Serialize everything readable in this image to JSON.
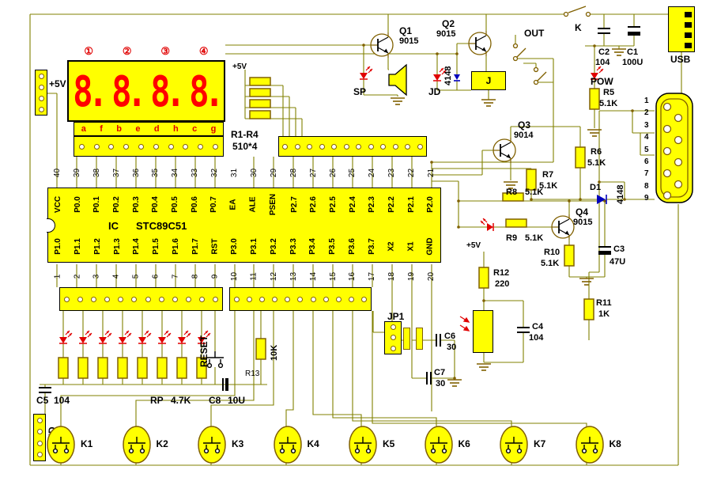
{
  "colors": {
    "wire": "#808000",
    "fill": "#ffff00",
    "red": "#e00000",
    "blue": "#0000bb"
  },
  "display": {
    "circles": [
      "①",
      "②",
      "③",
      "④"
    ],
    "digits": [
      "8.",
      "8.",
      "8.",
      "8."
    ],
    "segments": [
      "a",
      "f",
      "b",
      "e",
      "d",
      "h",
      "c",
      "g"
    ]
  },
  "power": {
    "plus5v": "+5V",
    "gnd": "GND"
  },
  "rnet": {
    "ref": "R1-R4",
    "val": "510*4"
  },
  "ic": {
    "name": "IC",
    "part": "STC89C51",
    "top_pins": [
      {
        "num": "40",
        "name": "VCC"
      },
      {
        "num": "39",
        "name": "P0.0"
      },
      {
        "num": "38",
        "name": "P0.1"
      },
      {
        "num": "37",
        "name": "P0.2"
      },
      {
        "num": "36",
        "name": "P0.3"
      },
      {
        "num": "35",
        "name": "P0.4"
      },
      {
        "num": "34",
        "name": "P0.5"
      },
      {
        "num": "33",
        "name": "P0.6"
      },
      {
        "num": "32",
        "name": "P0.7"
      },
      {
        "num": "31",
        "name": "EA"
      },
      {
        "num": "30",
        "name": "ALE"
      },
      {
        "num": "29",
        "name": "PSEN"
      },
      {
        "num": "28",
        "name": "P2.7"
      },
      {
        "num": "27",
        "name": "P2.6"
      },
      {
        "num": "26",
        "name": "P2.5"
      },
      {
        "num": "25",
        "name": "P2.4"
      },
      {
        "num": "24",
        "name": "P2.3"
      },
      {
        "num": "23",
        "name": "P2.2"
      },
      {
        "num": "22",
        "name": "P2.1"
      },
      {
        "num": "21",
        "name": "P2.0"
      }
    ],
    "bottom_pins": [
      {
        "num": "1",
        "name": "P1.0"
      },
      {
        "num": "2",
        "name": "P1.1"
      },
      {
        "num": "3",
        "name": "P1.2"
      },
      {
        "num": "4",
        "name": "P1.3"
      },
      {
        "num": "5",
        "name": "P1.4"
      },
      {
        "num": "6",
        "name": "P1.5"
      },
      {
        "num": "7",
        "name": "P1.6"
      },
      {
        "num": "8",
        "name": "P1.7"
      },
      {
        "num": "9",
        "name": "RST"
      },
      {
        "num": "10",
        "name": "P3.0"
      },
      {
        "num": "11",
        "name": "P3.1"
      },
      {
        "num": "12",
        "name": "P3.2"
      },
      {
        "num": "13",
        "name": "P3.3"
      },
      {
        "num": "14",
        "name": "P3.4"
      },
      {
        "num": "15",
        "name": "P3.5"
      },
      {
        "num": "16",
        "name": "P3.6"
      },
      {
        "num": "17",
        "name": "P3.7"
      },
      {
        "num": "18",
        "name": "X2"
      },
      {
        "num": "19",
        "name": "X1"
      },
      {
        "num": "20",
        "name": "GND"
      }
    ]
  },
  "top": {
    "q1": {
      "ref": "Q1",
      "val": "9015"
    },
    "q2": {
      "ref": "Q2",
      "val": "9015"
    },
    "sp": "SP",
    "jd": "JD",
    "d4148": "4148",
    "relay": "J",
    "out": "OUT",
    "k": "K",
    "c2": {
      "ref": "C2",
      "val": "104"
    },
    "c1": {
      "ref": "C1",
      "val": "100U"
    },
    "usb": "USB",
    "pow": "POW",
    "r5": {
      "ref": "R5",
      "val": "5.1K"
    }
  },
  "right": {
    "q3": {
      "ref": "Q3",
      "val": "9014"
    },
    "r7": {
      "ref": "R7",
      "val": "5.1K"
    },
    "r6": {
      "ref": "R6",
      "val": "5.1K"
    },
    "db9_pins": [
      "1",
      "2",
      "3",
      "4",
      "5",
      "6",
      "7",
      "8",
      "9"
    ],
    "d1": {
      "ref": "D1",
      "val": "4148"
    },
    "r8": {
      "ref": "R8",
      "val": "5.1K"
    },
    "r9": {
      "ref": "R9",
      "val": "5.1K"
    },
    "q4": {
      "ref": "Q4",
      "val": "9015"
    },
    "r10": {
      "ref": "R10",
      "val": "5.1K"
    },
    "c3": {
      "ref": "C3",
      "val": "47U"
    },
    "r12": {
      "ref": "R12",
      "val": "220"
    },
    "c4": {
      "ref": "C4",
      "val": "104"
    },
    "r11": {
      "ref": "R11",
      "val": "1K"
    }
  },
  "bottom": {
    "jp1": "JP1",
    "c6": {
      "ref": "C6",
      "val": "30"
    },
    "c7": {
      "ref": "C7",
      "val": "30"
    },
    "reset": "RESET",
    "r13_val": "10K",
    "r13": "R13",
    "c8": {
      "ref": "C8",
      "val": "10U"
    },
    "c5": {
      "ref": "C5",
      "val": "104"
    },
    "rp": {
      "ref": "RP",
      "val": "4.7K"
    },
    "buttons": [
      "K1",
      "K2",
      "K3",
      "K4",
      "K5",
      "K6",
      "K7",
      "K8"
    ]
  }
}
